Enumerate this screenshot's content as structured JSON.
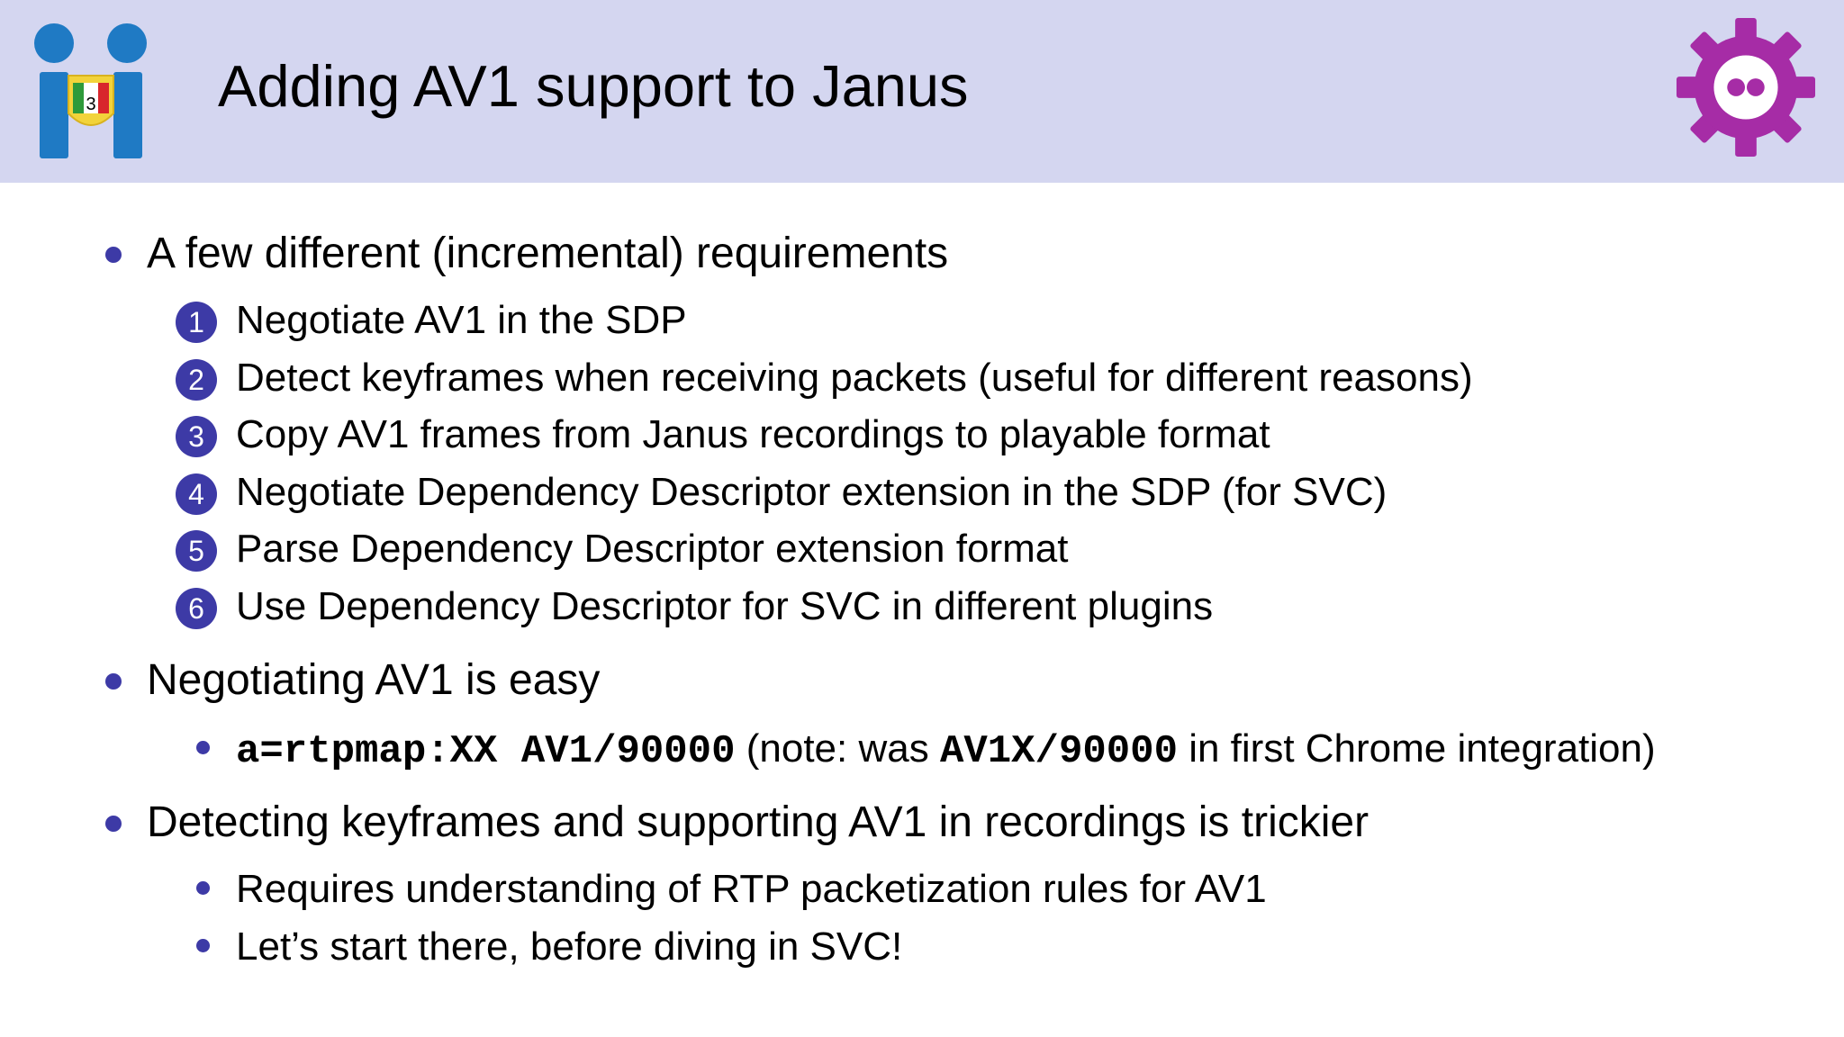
{
  "title": "Adding AV1 support to Janus",
  "logo_left": {
    "badge_text": "3"
  },
  "colors": {
    "header_bg": "#d4d6f0",
    "bullet": "#3d3aa6",
    "logo_blue": "#1f7ac4",
    "logo_magenta": "#a62ca6"
  },
  "bullets": [
    {
      "text": "A few different (incremental) requirements",
      "items": [
        {
          "num": "1",
          "text": "Negotiate AV1 in the SDP"
        },
        {
          "num": "2",
          "text": "Detect keyframes when receiving packets (useful for different reasons)"
        },
        {
          "num": "3",
          "text": "Copy AV1 frames from Janus recordings to playable format"
        },
        {
          "num": "4",
          "text": "Negotiate Dependency Descriptor extension in the SDP (for SVC)"
        },
        {
          "num": "5",
          "text": "Parse Dependency Descriptor extension format"
        },
        {
          "num": "6",
          "text": "Use Dependency Descriptor for SVC in different plugins"
        }
      ]
    },
    {
      "text": "Negotiating AV1 is easy",
      "sub": {
        "code1": "a=rtpmap:XX AV1/90000",
        "mid": " (note: was ",
        "code2": "AV1X/90000",
        "end": " in first Chrome integration)"
      }
    },
    {
      "text": "Detecting keyframes and supporting AV1 in recordings is trickier",
      "items": [
        "Requires understanding of RTP packetization rules for AV1",
        "Let’s start there, before diving in SVC!"
      ]
    }
  ]
}
